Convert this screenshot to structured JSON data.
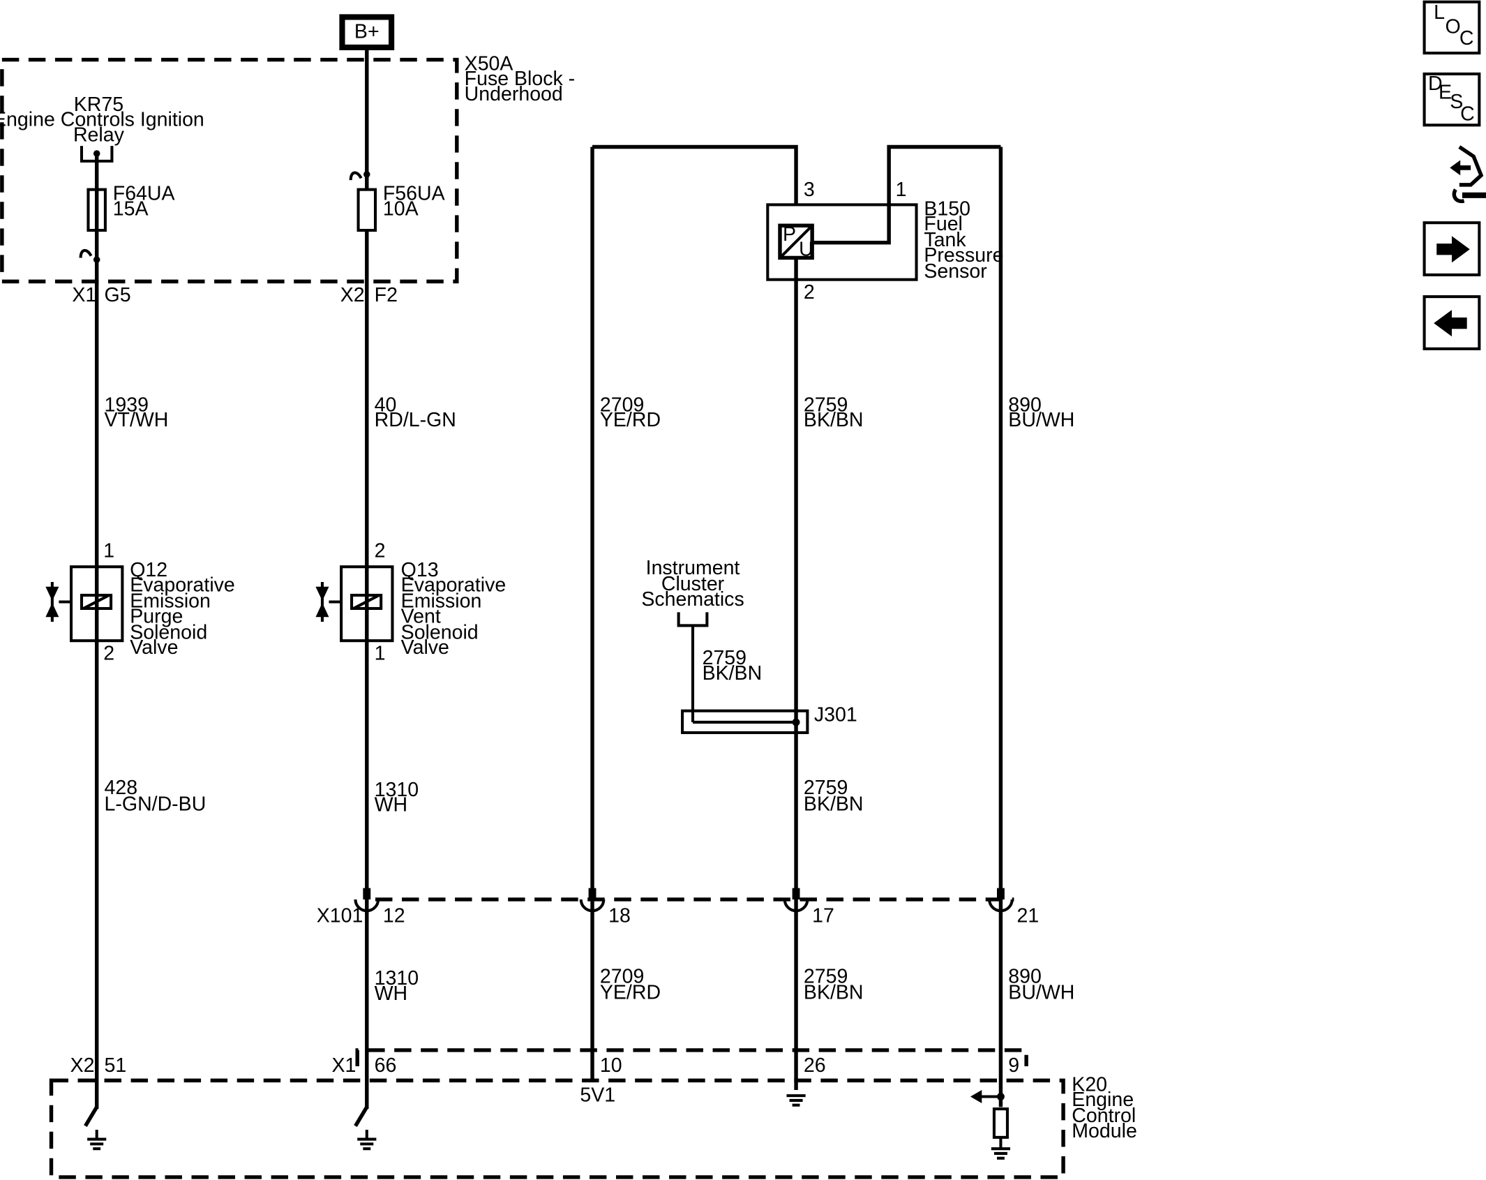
{
  "power": {
    "label": "B+"
  },
  "fuse_block": {
    "id": "X50A",
    "name_line1": "Fuse Block -",
    "name_line2": "Underhood"
  },
  "relay": {
    "id": "KR75",
    "name_line1": "Engine Controls Ignition",
    "name_line2": "Relay"
  },
  "fuses": [
    {
      "id": "F64UA",
      "rating": "15A",
      "connector": "X1",
      "pin": "G5"
    },
    {
      "id": "F56UA",
      "rating": "10A",
      "connector": "X2",
      "pin": "F2"
    }
  ],
  "sensor": {
    "id": "B150",
    "name_lines": [
      "Fuel",
      "Tank",
      "Pressure",
      "Sensor"
    ],
    "pins": {
      "a": "3",
      "b": "1",
      "c": "2"
    },
    "symbol_p": "P",
    "symbol_u": "U"
  },
  "wires_upper": [
    {
      "circuit": "1939",
      "color": "VT/WH"
    },
    {
      "circuit": "40",
      "color": "RD/L-GN"
    },
    {
      "circuit": "2709",
      "color": "YE/RD"
    },
    {
      "circuit": "2759",
      "color": "BK/BN"
    },
    {
      "circuit": "890",
      "color": "BU/WH"
    }
  ],
  "solenoids": [
    {
      "id": "Q12",
      "name_lines": [
        "Evaporative",
        "Emission",
        "Purge",
        "Solenoid",
        "Valve"
      ],
      "pin_top": "1",
      "pin_bottom": "2"
    },
    {
      "id": "Q13",
      "name_lines": [
        "Evaporative",
        "Emission",
        "Vent",
        "Solenoid",
        "Valve"
      ],
      "pin_top": "2",
      "pin_bottom": "1"
    }
  ],
  "instrument_cluster": {
    "lines": [
      "Instrument",
      "Cluster",
      "Schematics"
    ],
    "wire_circuit": "2759",
    "wire_color": "BK/BN",
    "splice": "J301"
  },
  "wires_middle": [
    {
      "circuit": "428",
      "color": "L-GN/D-BU"
    },
    {
      "circuit": "1310",
      "color": "WH"
    },
    {
      "circuit": "2759",
      "color": "BK/BN"
    }
  ],
  "inline_connector": {
    "id": "X101",
    "pins": [
      "12",
      "18",
      "17",
      "21"
    ]
  },
  "wires_lower": [
    {
      "circuit": "1310",
      "color": "WH"
    },
    {
      "circuit": "2709",
      "color": "YE/RD"
    },
    {
      "circuit": "2759",
      "color": "BK/BN"
    },
    {
      "circuit": "890",
      "color": "BU/WH"
    }
  ],
  "ecm": {
    "id": "K20",
    "name_lines": [
      "Engine",
      "Control",
      "Module"
    ],
    "connector_x2": "X2",
    "connector_x1": "X1",
    "pins": [
      "51",
      "66",
      "10",
      "26",
      "9"
    ],
    "ref_label": "5V1"
  },
  "nav": {
    "loc": {
      "letters": [
        "L",
        "O",
        "C"
      ]
    },
    "desc": {
      "letters": [
        "D",
        "E",
        "S",
        "C"
      ]
    },
    "icons": [
      "connector-end-view-icon",
      "next-page-arrow-icon",
      "previous-page-arrow-icon"
    ]
  }
}
